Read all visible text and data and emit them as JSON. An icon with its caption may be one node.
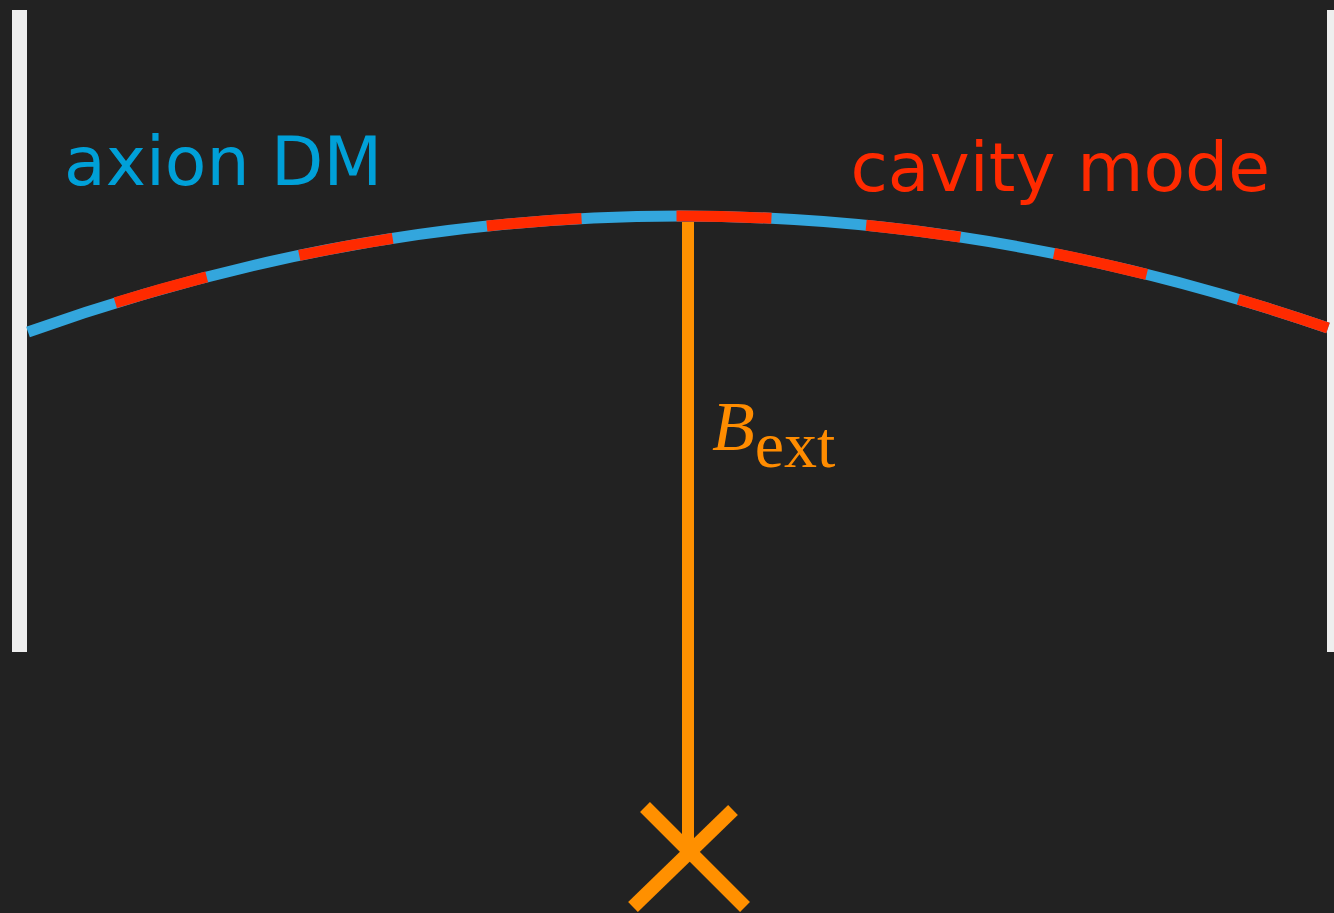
{
  "diagram": {
    "nodes": [
      {
        "text": [],
        "shape": "line",
        "beside": [
          "axion DM",
          "cavity mode"
        ]
      },
      {
        "text": [],
        "shape": "cross"
      }
    ],
    "edges": [
      {
        "from": 0,
        "to": 1,
        "arrow": "none",
        "label": "*B*$_{ext}$"
      }
    ]
  }
}
